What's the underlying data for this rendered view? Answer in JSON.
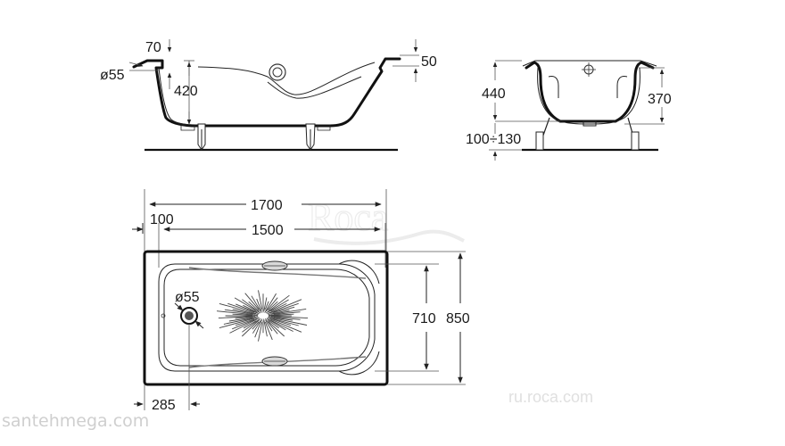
{
  "side_view": {
    "dim_top_lip": "70",
    "dim_drain": "ø55",
    "dim_depth": "420",
    "dim_rim": "50"
  },
  "end_view": {
    "dim_total_height": "440",
    "dim_inner_height": "370",
    "dim_feet": "100÷130"
  },
  "plan_view": {
    "dim_length": "1700",
    "dim_offset": "100",
    "dim_inner_length": "1500",
    "dim_drain": "ø55",
    "dim_inner_width": "710",
    "dim_width": "850",
    "dim_drain_offset": "285"
  },
  "watermarks": {
    "logo": "Roca",
    "url": "ru.roca.com",
    "site": "santehmega.com"
  }
}
